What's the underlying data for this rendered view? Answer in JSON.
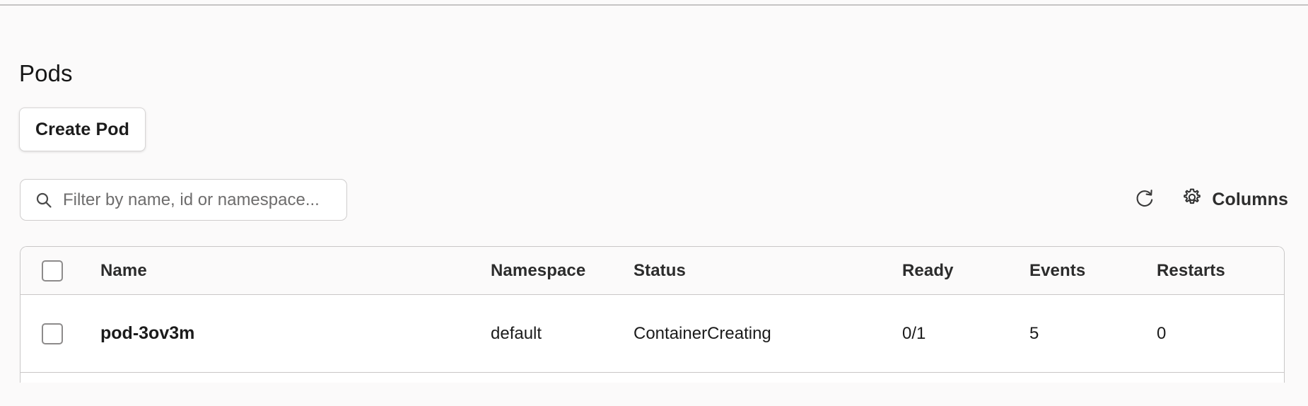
{
  "page": {
    "title": "Pods"
  },
  "actions": {
    "create_label": "Create Pod"
  },
  "search": {
    "placeholder": "Filter by name, id or namespace...",
    "value": "",
    "icon": "search-icon"
  },
  "toolbar": {
    "refresh_icon": "refresh-icon",
    "columns_icon": "gear-icon",
    "columns_label": "Columns"
  },
  "table": {
    "select_all_checked": false,
    "columns": [
      {
        "key": "name",
        "label": "Name"
      },
      {
        "key": "namespace",
        "label": "Namespace"
      },
      {
        "key": "status",
        "label": "Status"
      },
      {
        "key": "ready",
        "label": "Ready"
      },
      {
        "key": "events",
        "label": "Events"
      },
      {
        "key": "restarts",
        "label": "Restarts"
      }
    ],
    "rows": [
      {
        "selected": false,
        "name": "pod-3ov3m",
        "namespace": "default",
        "status": "ContainerCreating",
        "ready": "0/1",
        "events": "5",
        "restarts": "0"
      }
    ]
  },
  "colors": {
    "page_background": "#fbfafa",
    "surface": "#ffffff",
    "border": "#c9c7c7",
    "text_primary": "#1b1b1b",
    "text_muted": "#6e6d6d"
  }
}
